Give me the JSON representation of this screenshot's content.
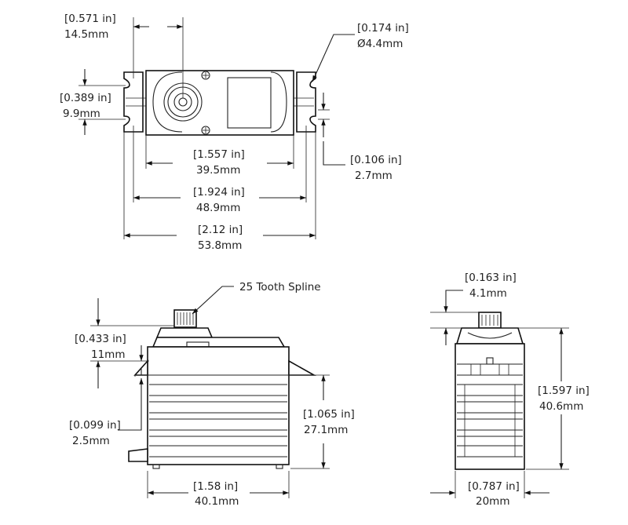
{
  "top_view": {
    "mount_spacing": {
      "in": "[0.571 in]",
      "mm": "14.5mm"
    },
    "hole_diameter": {
      "in": "[0.174 in]",
      "mm": "Ø4.4mm"
    },
    "ear_gap": {
      "in": "[0.389 in]",
      "mm": "9.9mm"
    },
    "ear_slot": {
      "in": "[0.106 in]",
      "mm": "2.7mm"
    },
    "body_length": {
      "in": "[1.557 in]",
      "mm": "39.5mm"
    },
    "hole_spacing": {
      "in": "[1.924 in]",
      "mm": "48.9mm"
    },
    "overall_length": {
      "in": "[2.12 in]",
      "mm": "53.8mm"
    }
  },
  "side_view": {
    "spline_label": "25 Tooth Spline",
    "top_height": {
      "in": "[0.433 in]",
      "mm": "11mm"
    },
    "ear_thickness": {
      "in": "[0.099 in]",
      "mm": "2.5mm"
    },
    "body_height": {
      "in": "[1.065 in]",
      "mm": "27.1mm"
    },
    "body_length": {
      "in": "[1.58 in]",
      "mm": "40.1mm"
    }
  },
  "end_view": {
    "spline_height": {
      "in": "[0.163 in]",
      "mm": "4.1mm"
    },
    "overall_height": {
      "in": "[1.597 in]",
      "mm": "40.6mm"
    },
    "width": {
      "in": "[0.787 in]",
      "mm": "20mm"
    }
  }
}
